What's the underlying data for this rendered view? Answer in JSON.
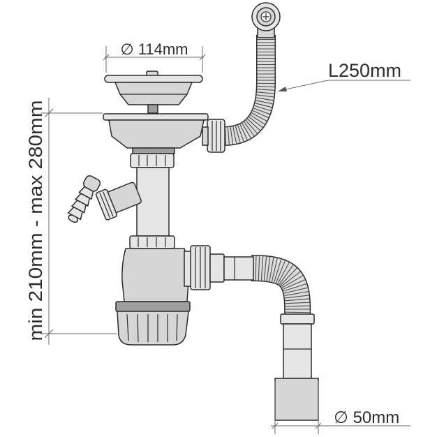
{
  "labels": {
    "diameter_top": "∅ 114mm",
    "hose_length": "L250mm",
    "height_range": "min 210mm - max 280mm",
    "diameter_outlet": "∅ 50mm"
  }
}
